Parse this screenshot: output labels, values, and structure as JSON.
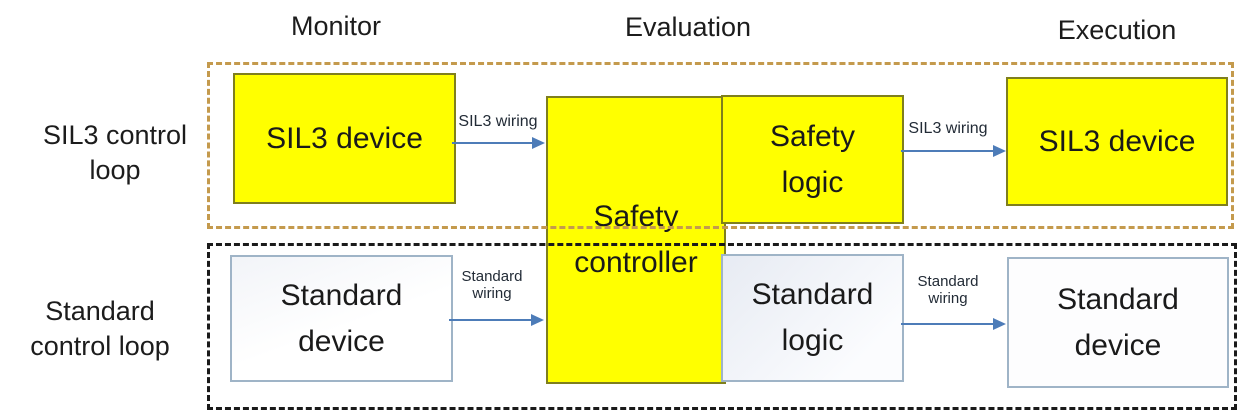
{
  "headers": {
    "monitor": "Monitor",
    "evaluation": "Evaluation",
    "execution": "Execution"
  },
  "rows": {
    "sil3": "SIL3 control\nloop",
    "standard": "Standard\ncontrol loop"
  },
  "boxes": {
    "sil3_device_monitor": "SIL3 device",
    "safety_controller": "Safety\ncontroller",
    "safety_logic": "Safety\nlogic",
    "sil3_device_execution": "SIL3 device",
    "standard_device_monitor": "Standard\ndevice",
    "standard_logic": "Standard\nlogic",
    "standard_device_execution": "Standard\ndevice"
  },
  "wires": {
    "sil3_monitor": "SIL3 wiring",
    "sil3_execution": "SIL3 wiring",
    "standard_monitor": "Standard\nwiring",
    "standard_execution": "Standard\nwiring"
  },
  "colors": {
    "device_fill": "#FFFF00",
    "device_border": "#7F7F1D",
    "standard_box_border": "#9FB4C7",
    "sil3_loop_dash": "#C49A4D",
    "standard_loop_dash": "#1A1A1A",
    "arrow": "#4D7CB8",
    "text": "#1A1A1A"
  }
}
